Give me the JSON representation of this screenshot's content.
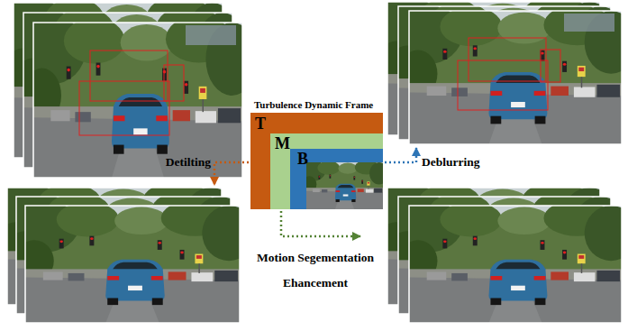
{
  "diagram": {
    "nodes": [
      {
        "text": [
          "Turbulence Dynamic Frame",
          "T"
        ]
      },
      {
        "text": [
          "M"
        ],
        "in": 0
      },
      {
        "text": [
          "B"
        ],
        "in": 1
      }
    ],
    "labels": [
      "Detilting",
      "Deblurring",
      "Motion Segementation Ehancement"
    ]
  }
}
